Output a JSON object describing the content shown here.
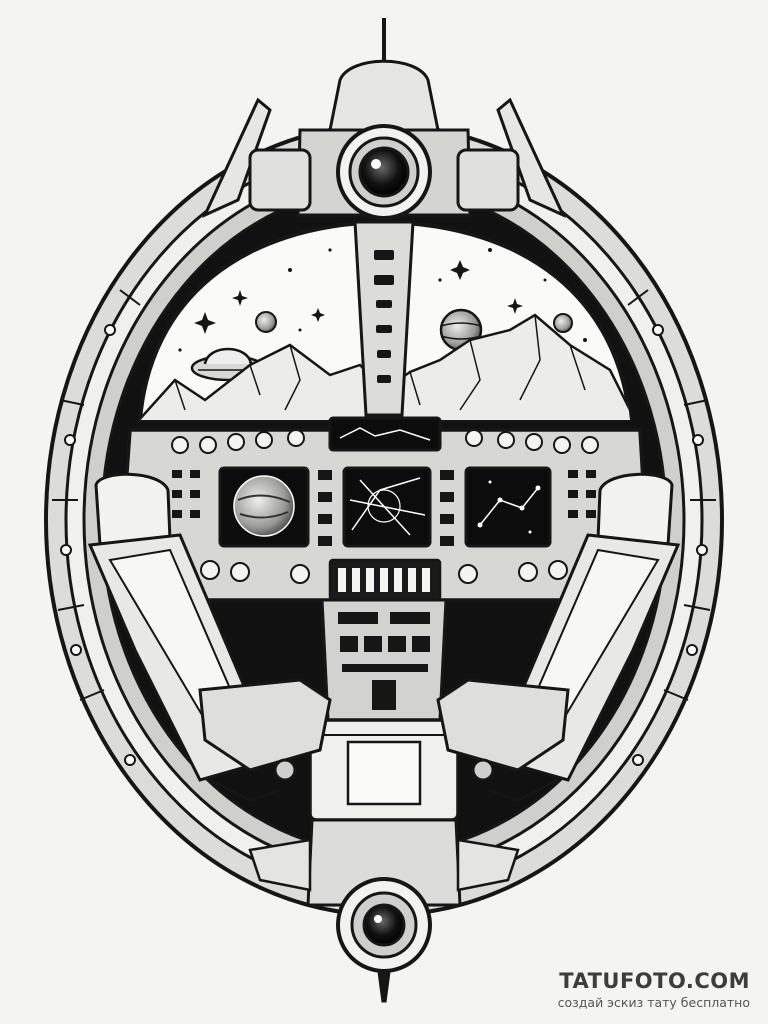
{
  "artwork": {
    "subject": "spaceship-cockpit-tattoo-sketch",
    "style": "black-and-white line art",
    "colors": {
      "background": "#f4f4f2",
      "ink": "#161616",
      "shade": "#b9b9b6",
      "panel_fill": "#e2e2df",
      "screen_fill": "#0c0c0c"
    }
  },
  "watermark": {
    "brand": "TATUFOTO.COM",
    "tagline": "создай эскиз тату бесплатно"
  }
}
